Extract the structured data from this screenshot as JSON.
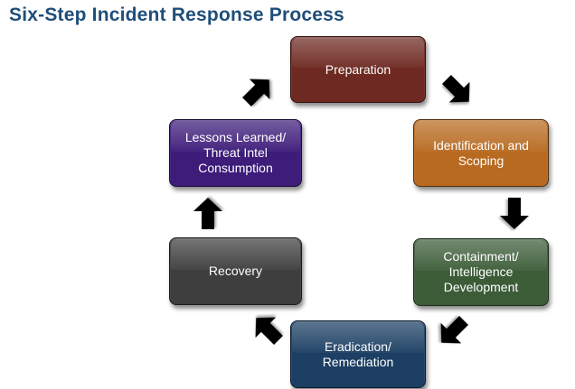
{
  "title": "Six-Step Incident Response Process",
  "colors": {
    "title": "#1f4e79",
    "preparation": "#6e2a22",
    "identification": "#b86a20",
    "containment": "#3c5c38",
    "eradication": "#1c3f63",
    "recovery": "#3e3e3e",
    "lessons": "#3d1c7a",
    "arrow": "#000000"
  },
  "steps": [
    {
      "id": "preparation",
      "label": "Preparation"
    },
    {
      "id": "identification",
      "label": "Identification and\nScoping"
    },
    {
      "id": "containment",
      "label": "Containment/\nIntelligence\nDevelopment"
    },
    {
      "id": "eradication",
      "label": "Eradication/\nRemediation"
    },
    {
      "id": "recovery",
      "label": "Recovery"
    },
    {
      "id": "lessons",
      "label": "Lessons Learned/\nThreat Intel\nConsumption"
    }
  ]
}
